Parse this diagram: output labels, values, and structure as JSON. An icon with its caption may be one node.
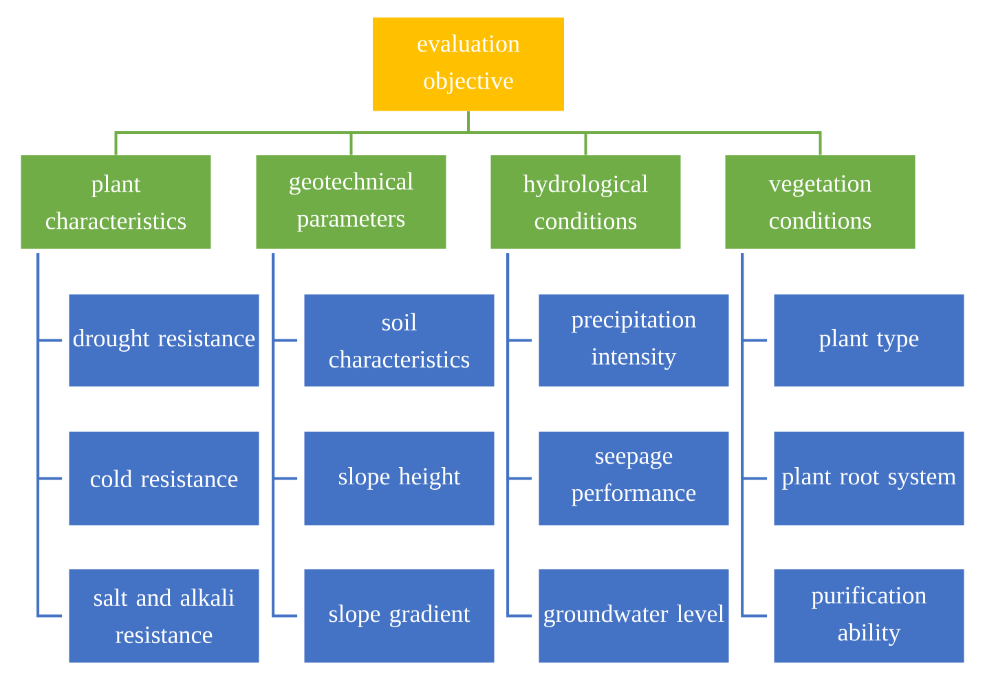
{
  "diagram": {
    "nodes": [
      {
        "text": [
          "evaluation objective"
        ]
      },
      {
        "text": [
          "plant characteristics"
        ]
      },
      {
        "text": [
          "geotechnical parameters"
        ]
      },
      {
        "text": [
          "hydrological conditions"
        ]
      },
      {
        "text": [
          "vegetation conditions"
        ]
      },
      {
        "text": [
          "drought resistance"
        ]
      },
      {
        "text": [
          "soil characteristics"
        ]
      },
      {
        "text": [
          "precipitation intensity"
        ]
      },
      {
        "text": [
          "plant type"
        ]
      },
      {
        "text": [
          "cold resistance"
        ]
      },
      {
        "text": [
          "slope height"
        ]
      },
      {
        "text": [
          "seepage performance"
        ]
      },
      {
        "text": [
          "plant root system"
        ]
      },
      {
        "text": [
          "salt and alkali resistance"
        ]
      },
      {
        "text": [
          "slope gradient"
        ]
      },
      {
        "text": [
          "groundwater level"
        ]
      },
      {
        "text": [
          "purification ability"
        ]
      }
    ],
    "edges": [
      {
        "from": 0,
        "to": 1,
        "arrow": "none",
        "color": "#70ad47"
      },
      {
        "from": 0,
        "to": 2,
        "arrow": "none",
        "color": "#70ad47"
      },
      {
        "from": 0,
        "to": 3,
        "arrow": "none",
        "color": "#70ad47"
      },
      {
        "from": 0,
        "to": 4,
        "arrow": "none",
        "color": "#70ad47"
      },
      {
        "from": 1,
        "to": 5,
        "arrow": "none"
      },
      {
        "from": 1,
        "to": 9,
        "arrow": "none"
      },
      {
        "from": 1,
        "to": 13,
        "arrow": "none"
      },
      {
        "from": 2,
        "to": 6,
        "arrow": "none"
      },
      {
        "from": 2,
        "to": 10,
        "arrow": "none"
      },
      {
        "from": 2,
        "to": 14,
        "arrow": "none"
      },
      {
        "from": 3,
        "to": 7,
        "arrow": "none"
      },
      {
        "from": 3,
        "to": 11,
        "arrow": "none"
      },
      {
        "from": 3,
        "to": 15,
        "arrow": "none"
      },
      {
        "from": 4,
        "to": 8,
        "arrow": "none"
      },
      {
        "from": 4,
        "to": 12,
        "arrow": "none"
      },
      {
        "from": 4,
        "to": 16,
        "arrow": "none"
      }
    ]
  }
}
